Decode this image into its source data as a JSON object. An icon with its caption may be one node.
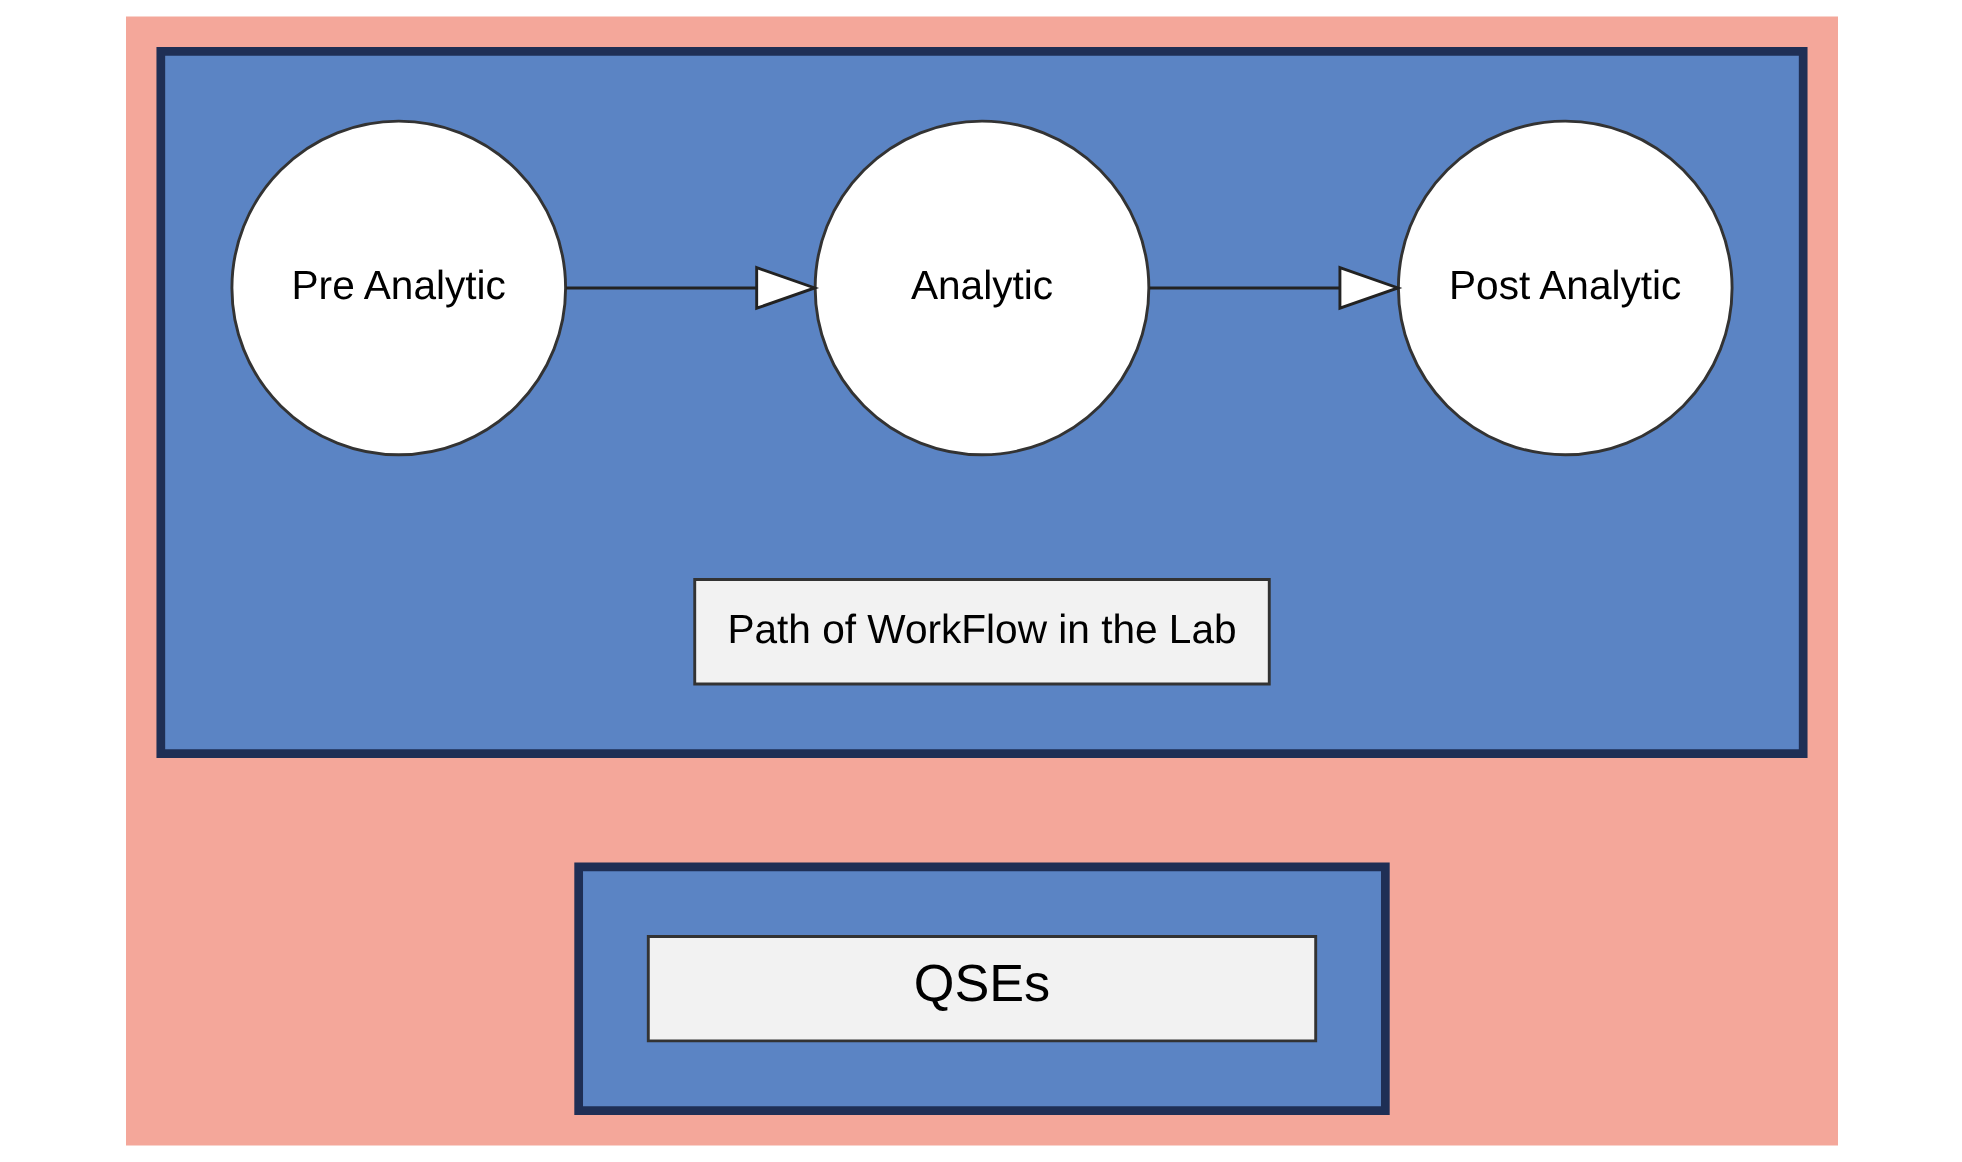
{
  "diagram": {
    "nodes": [
      {
        "text": [],
        "shape": "arrow"
      },
      {
        "text": [
          "Pre Analytic"
        ],
        "in": 0
      },
      {
        "text": [
          "Analytic"
        ],
        "in": 0
      },
      {
        "text": [
          "Post Analytic"
        ],
        "in": 0
      },
      {
        "text": [
          "Path of WorkFlow in the Lab"
        ],
        "in": 0
      },
      {
        "text": [],
        "shape": "arrow"
      },
      {
        "text": [
          "QSEs"
        ],
        "in": 5
      }
    ],
    "edges": [
      {
        "from": 1,
        "to": 2,
        "arrow": "to"
      },
      {
        "from": 2,
        "to": 3,
        "arrow": "to"
      }
    ]
  }
}
